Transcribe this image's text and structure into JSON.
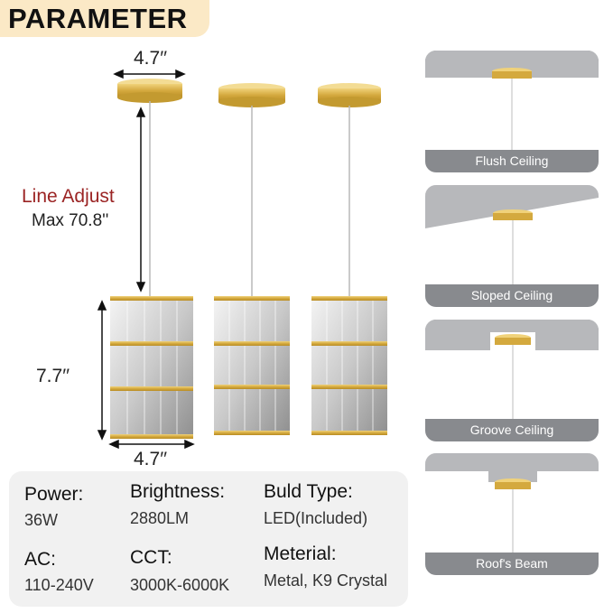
{
  "header": {
    "title": "PARAMETER"
  },
  "dimensions": {
    "canopy_width": "4.7′′",
    "shade_height": "7.7′′",
    "shade_width": "4.7′′",
    "line_adjust_label": "Line Adjust",
    "line_adjust_value": "Max 70.8''"
  },
  "specs": [
    {
      "label": "Power:",
      "value": "36W"
    },
    {
      "label": "Brightness:",
      "value": "2880LM"
    },
    {
      "label": "Buld Type:",
      "value": "LED(Included)"
    },
    {
      "label": "AC:",
      "value": "110-240V"
    },
    {
      "label": "CCT:",
      "value": "3000K-6000K"
    },
    {
      "label": "Meterial:",
      "value": "Metal, K9 Crystal"
    }
  ],
  "ceiling_types": [
    {
      "caption": "Flush Ceiling"
    },
    {
      "caption": "Sloped Ceiling"
    },
    {
      "caption": "Groove Ceiling"
    },
    {
      "caption": "Roof's Beam"
    }
  ],
  "colors": {
    "gold": "#d7b04a",
    "badge": "#fbe9c6",
    "line_adjust": "#9b2424",
    "card_gray": "#888a8e"
  }
}
